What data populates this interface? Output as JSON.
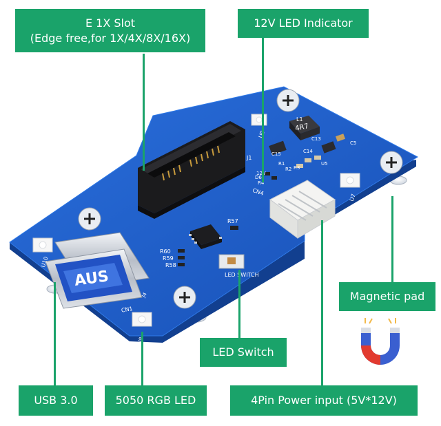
{
  "labels": {
    "e1x_slot_line1": "E 1X Slot",
    "e1x_slot_line2": "(Edge free,for 1X/4X/8X/16X)",
    "led_indicator": "12V LED Indicator",
    "magnetic_pad": "Magnetic pad",
    "led_switch": "LED  Switch",
    "usb": "USB  3.0",
    "rgb_led": "5050  RGB  LED",
    "power_input": "4Pin Power input (5V*12V)"
  },
  "silkscreen": {
    "u9": "U9",
    "u7": "U7",
    "u10": "U10",
    "u8": "U8",
    "l1": "L1",
    "inductor": "4R7",
    "j1": "J1",
    "cn4": "CN4",
    "cn1": "CN1",
    "r57": "R57",
    "r60": "R60",
    "r59": "R59",
    "r58": "R58",
    "r4": "R4",
    "r1": "R1",
    "r2": "R2",
    "r3": "R3",
    "c13": "C13",
    "c14": "C14",
    "c15": "C15",
    "c5": "C5",
    "u5": "U5",
    "d6": "D6",
    "v12": "12V",
    "led_switch": "LED SWITCH",
    "j4": "J4"
  },
  "colors": {
    "label_green": "#1aa36a",
    "pcb_blue": "#1a5cc7",
    "pcb_edge": "#123f8f",
    "magnet_red": "#e23a2f",
    "magnet_blue": "#3a5fd0"
  }
}
